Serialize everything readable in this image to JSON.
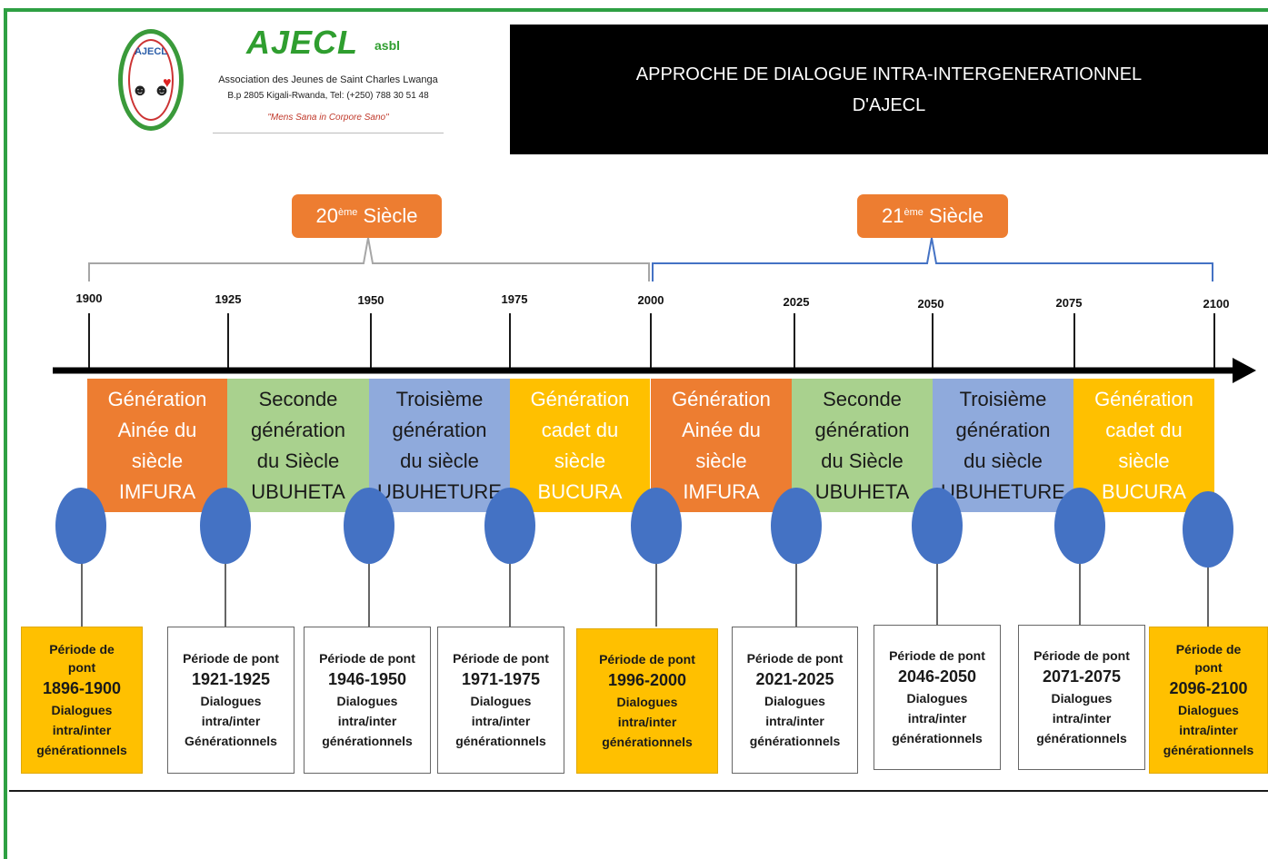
{
  "header": {
    "brand": "AJECL",
    "brand_suffix": "asbl",
    "logo_text": "AJECL",
    "association_name": "Association des Jeunes de Saint Charles Lwanga",
    "address": "B.p 2805 Kigali-Rwanda, Tel: (+250) 788 30 51 48",
    "motto": "\"Mens Sana in Corpore Sano\"",
    "title_line1": "APPROCHE DE DIALOGUE INTRA-INTERGENERATIONNEL",
    "title_line2": "D'AJECL"
  },
  "centuries": [
    {
      "num": "20",
      "sup": "ème",
      "label": "Siècle"
    },
    {
      "num": "21",
      "sup": "ème",
      "label": "Siècle"
    }
  ],
  "years": [
    "1900",
    "1925",
    "1950",
    "1975",
    "2000",
    "2025",
    "2050",
    "2075",
    "2100"
  ],
  "generations": [
    {
      "l1": "Génération",
      "l2": "Ainée du",
      "l3": "siècle",
      "name": "IMFURA"
    },
    {
      "l1": "Seconde",
      "l2": "génération",
      "l3": "du Siècle",
      "name": "UBUHETA"
    },
    {
      "l1": "Troisième",
      "l2": "génération",
      "l3": "du siècle",
      "name": "UBUHETURE"
    },
    {
      "l1": "Génération",
      "l2": "cadet du",
      "l3": "siècle",
      "name": "BUCURA"
    },
    {
      "l1": "Génération",
      "l2": "Ainée du",
      "l3": "siècle",
      "name": "IMFURA"
    },
    {
      "l1": "Seconde",
      "l2": "génération",
      "l3": "du Siècle",
      "name": "UBUHETA"
    },
    {
      "l1": "Troisième",
      "l2": "génération",
      "l3": "du siècle",
      "name": "UBUHETURE"
    },
    {
      "l1": "Génération",
      "l2": "cadet du",
      "l3": "siècle",
      "name": "BUCURA"
    }
  ],
  "bridges": [
    {
      "h1": "Période de",
      "h2": "pont",
      "years": "1896-1900",
      "d1": "Dialogues",
      "d2": "intra/inter",
      "d3": "générationnels"
    },
    {
      "h1": "Période de pont",
      "h2": "",
      "years": "1921-1925",
      "d1": "Dialogues",
      "d2": "intra/inter",
      "d3": "Générationnels"
    },
    {
      "h1": "Période de pont",
      "h2": "",
      "years": "1946-1950",
      "d1": "Dialogues",
      "d2": "intra/inter",
      "d3": "générationnels"
    },
    {
      "h1": "Période de pont",
      "h2": "",
      "years": "1971-1975",
      "d1": "Dialogues",
      "d2": "intra/inter",
      "d3": "générationnels"
    },
    {
      "h1": "Période de pont",
      "h2": "",
      "years": "1996-2000",
      "d1": "Dialogues",
      "d2": "intra/inter",
      "d3": "générationnels"
    },
    {
      "h1": "Période de pont",
      "h2": "",
      "years": "2021-2025",
      "d1": "Dialogues",
      "d2": "intra/inter",
      "d3": "générationnels"
    },
    {
      "h1": "Période de pont",
      "h2": "",
      "years": "2046-2050",
      "d1": "Dialogues",
      "d2": "intra/inter",
      "d3": "générationnels"
    },
    {
      "h1": "Période de pont",
      "h2": "",
      "years": "2071-2075",
      "d1": "Dialogues",
      "d2": "intra/inter",
      "d3": "générationnels"
    },
    {
      "h1": "Période de",
      "h2": "pont",
      "years": "2096-2100",
      "d1": "Dialogues",
      "d2": "intra/inter",
      "d3": "générationnels"
    }
  ],
  "colors": {
    "orange": "#ed7d31",
    "green": "#a9d18e",
    "blue": "#8faadc",
    "yellow": "#ffc000",
    "dot": "#4472c4",
    "frame": "#2ea043"
  }
}
